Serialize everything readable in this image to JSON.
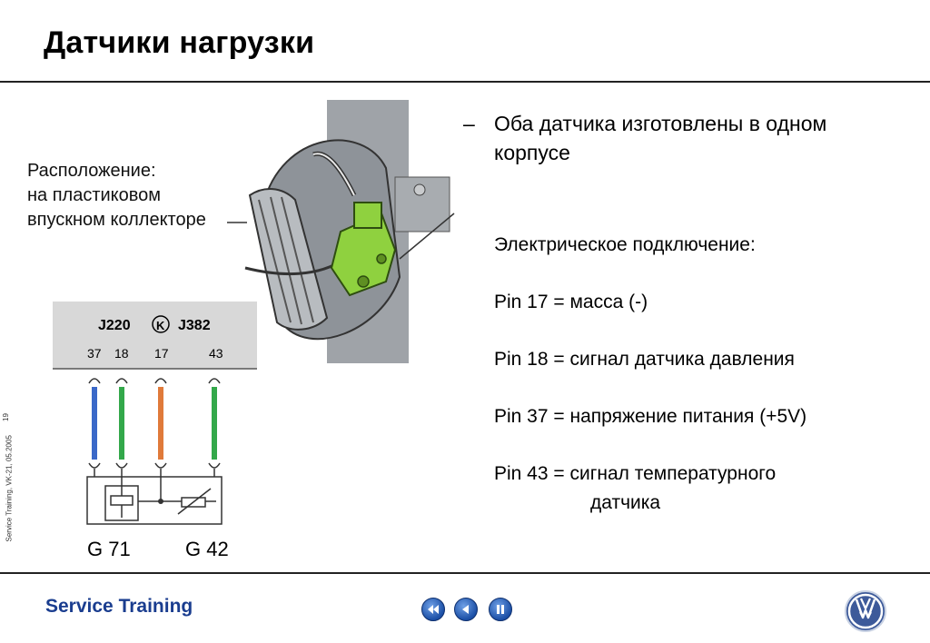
{
  "page": {
    "title": "Датчики нагрузки",
    "side_caption": "Service Training, VK-21, 05.2005",
    "page_number": "19"
  },
  "location": {
    "line1": "Расположение:",
    "line2": "на пластиковом",
    "line3": "впускном коллекторе"
  },
  "circuit": {
    "left_unit": "J220",
    "right_unit": "J382",
    "k_symbol": "K",
    "pins": [
      "37",
      "18",
      "17",
      "43"
    ],
    "sensor_left": "G 71",
    "sensor_right": "G 42",
    "wire_colors": [
      "#3a68c8",
      "#33a84a",
      "#e07a3a",
      "#33a84a"
    ]
  },
  "content": {
    "bullet_marker": "–",
    "bullet_text": "Оба датчика изготовлены в одном корпусе",
    "connection_heading": "Электрическое подключение:",
    "pin17": "Pin 17 = масса (-)",
    "pin18": "Pin 18 = сигнал датчика давления",
    "pin37": "Pin 37 = напряжение питания (+5V)",
    "pin43_line1": "Pin 43 = сигнал температурного",
    "pin43_line2": "датчика"
  },
  "footer": {
    "brand": "Service Training",
    "nav_buttons": [
      "rewind-icon",
      "back-icon",
      "pause-icon"
    ],
    "logo": "vw-logo-icon",
    "brand_color": "#1a3d8f"
  }
}
